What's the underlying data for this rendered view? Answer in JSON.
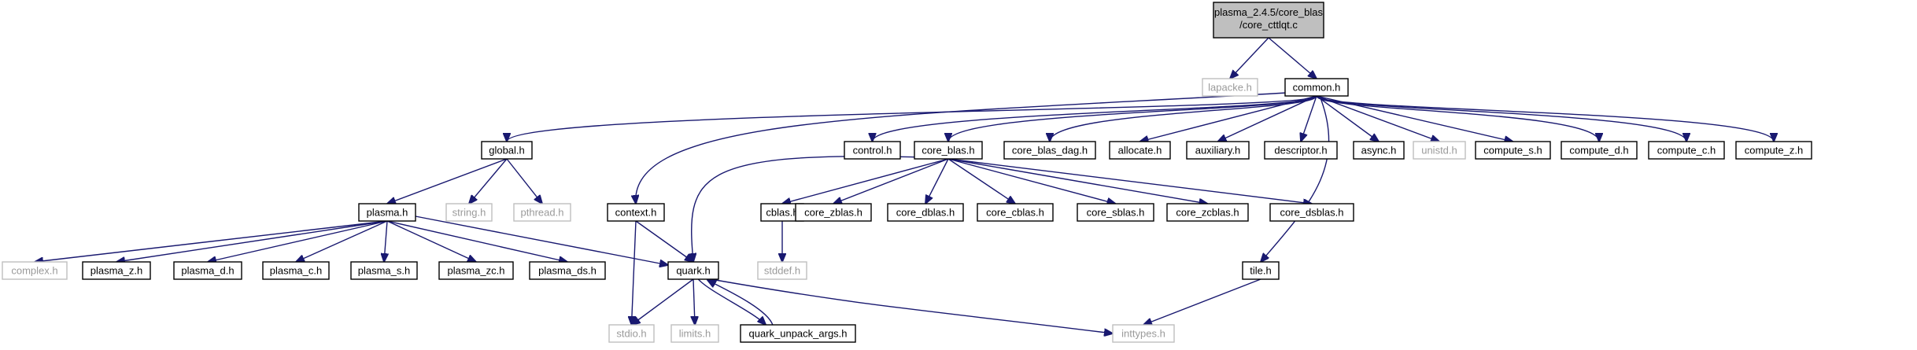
{
  "graph": {
    "nodes": {
      "root": {
        "lines": [
          "plasma_2.4.5/core_blas",
          "/core_cttlqt.c"
        ]
      },
      "lapacke": {
        "label": "lapacke.h"
      },
      "common": {
        "label": "common.h"
      },
      "global": {
        "label": "global.h"
      },
      "control": {
        "label": "control.h"
      },
      "core_blas": {
        "label": "core_blas.h"
      },
      "core_blas_dag": {
        "label": "core_blas_dag.h"
      },
      "allocate": {
        "label": "allocate.h"
      },
      "auxiliary": {
        "label": "auxiliary.h"
      },
      "descriptor": {
        "label": "descriptor.h"
      },
      "async": {
        "label": "async.h"
      },
      "unistd": {
        "label": "unistd.h"
      },
      "compute_s": {
        "label": "compute_s.h"
      },
      "compute_d": {
        "label": "compute_d.h"
      },
      "compute_c": {
        "label": "compute_c.h"
      },
      "compute_z": {
        "label": "compute_z.h"
      },
      "plasma": {
        "label": "plasma.h"
      },
      "string": {
        "label": "string.h"
      },
      "pthread": {
        "label": "pthread.h"
      },
      "context": {
        "label": "context.h"
      },
      "cblas": {
        "label": "cblas.h"
      },
      "core_zblas": {
        "label": "core_zblas.h"
      },
      "core_dblas": {
        "label": "core_dblas.h"
      },
      "core_cblas": {
        "label": "core_cblas.h"
      },
      "core_sblas": {
        "label": "core_sblas.h"
      },
      "core_zcblas": {
        "label": "core_zcblas.h"
      },
      "core_dsblas": {
        "label": "core_dsblas.h"
      },
      "complex": {
        "label": "complex.h"
      },
      "plasma_z": {
        "label": "plasma_z.h"
      },
      "plasma_d": {
        "label": "plasma_d.h"
      },
      "plasma_c": {
        "label": "plasma_c.h"
      },
      "plasma_s": {
        "label": "plasma_s.h"
      },
      "plasma_zc": {
        "label": "plasma_zc.h"
      },
      "plasma_ds": {
        "label": "plasma_ds.h"
      },
      "quark": {
        "label": "quark.h"
      },
      "stddef": {
        "label": "stddef.h"
      },
      "tile": {
        "label": "tile.h"
      },
      "stdio": {
        "label": "stdio.h"
      },
      "limits": {
        "label": "limits.h"
      },
      "quark_unpack_args": {
        "label": "quark_unpack_args.h"
      },
      "inttypes": {
        "label": "inttypes.h"
      }
    }
  },
  "colors": {
    "edge": "#191970",
    "root_fill": "#bfbfbf",
    "node_border": "#000000",
    "external_border": "#bfbfbf",
    "external_text": "#9a9a9a"
  }
}
